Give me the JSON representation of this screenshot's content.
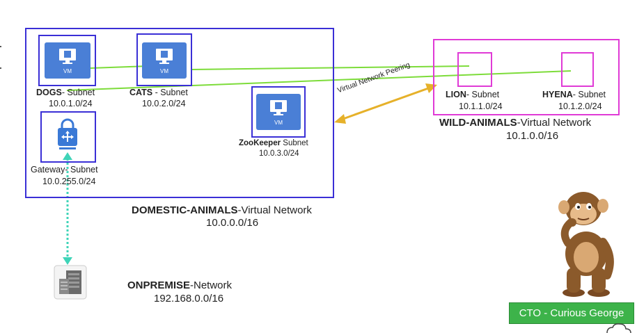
{
  "colors": {
    "domestic_border": "#3a2fd6",
    "wild_border": "#e03ad6",
    "vm_tile": "#4a7fd6",
    "green_link": "#7ddc3a",
    "peering_arrow": "#e6b12a",
    "gateway_link": "#3fd4b8",
    "cto_badge": "#3db34a"
  },
  "vm_label": "VM",
  "dogs": {
    "name": "DOGS",
    "suffix": "- Subnet",
    "cidr": "10.0.1.0/24"
  },
  "cats": {
    "name": "CATS",
    "suffix": " - Subnet",
    "cidr": "10.0.2.0/24"
  },
  "zookeeper": {
    "name": "ZooKeeper",
    "suffix": " Subnet",
    "cidr": "10.0.3.0/24"
  },
  "gateway": {
    "label": "Gateway- Subnet",
    "cidr": "10.0.255.0/24"
  },
  "domestic": {
    "name": "DOMESTIC-ANIMALS",
    "suffix": "-Virtual Network",
    "cidr": "10.0.0.0/16"
  },
  "lion": {
    "name": "LION",
    "suffix": "- Subnet",
    "cidr": "10.1.1.0/24"
  },
  "hyena": {
    "name": "HYENA",
    "suffix": "- Subnet",
    "cidr": "10.1.2.0/24"
  },
  "wild": {
    "name": "WILD-ANIMALS",
    "suffix": "-Virtual Network",
    "cidr": "10.1.0.0/16"
  },
  "peering_label": "Virtual Network Peering",
  "onpremise": {
    "name": "ONPREMISE",
    "suffix": "-Network",
    "cidr": "192.168.0.0/16"
  },
  "cto_badge": "CTO - Curious George"
}
